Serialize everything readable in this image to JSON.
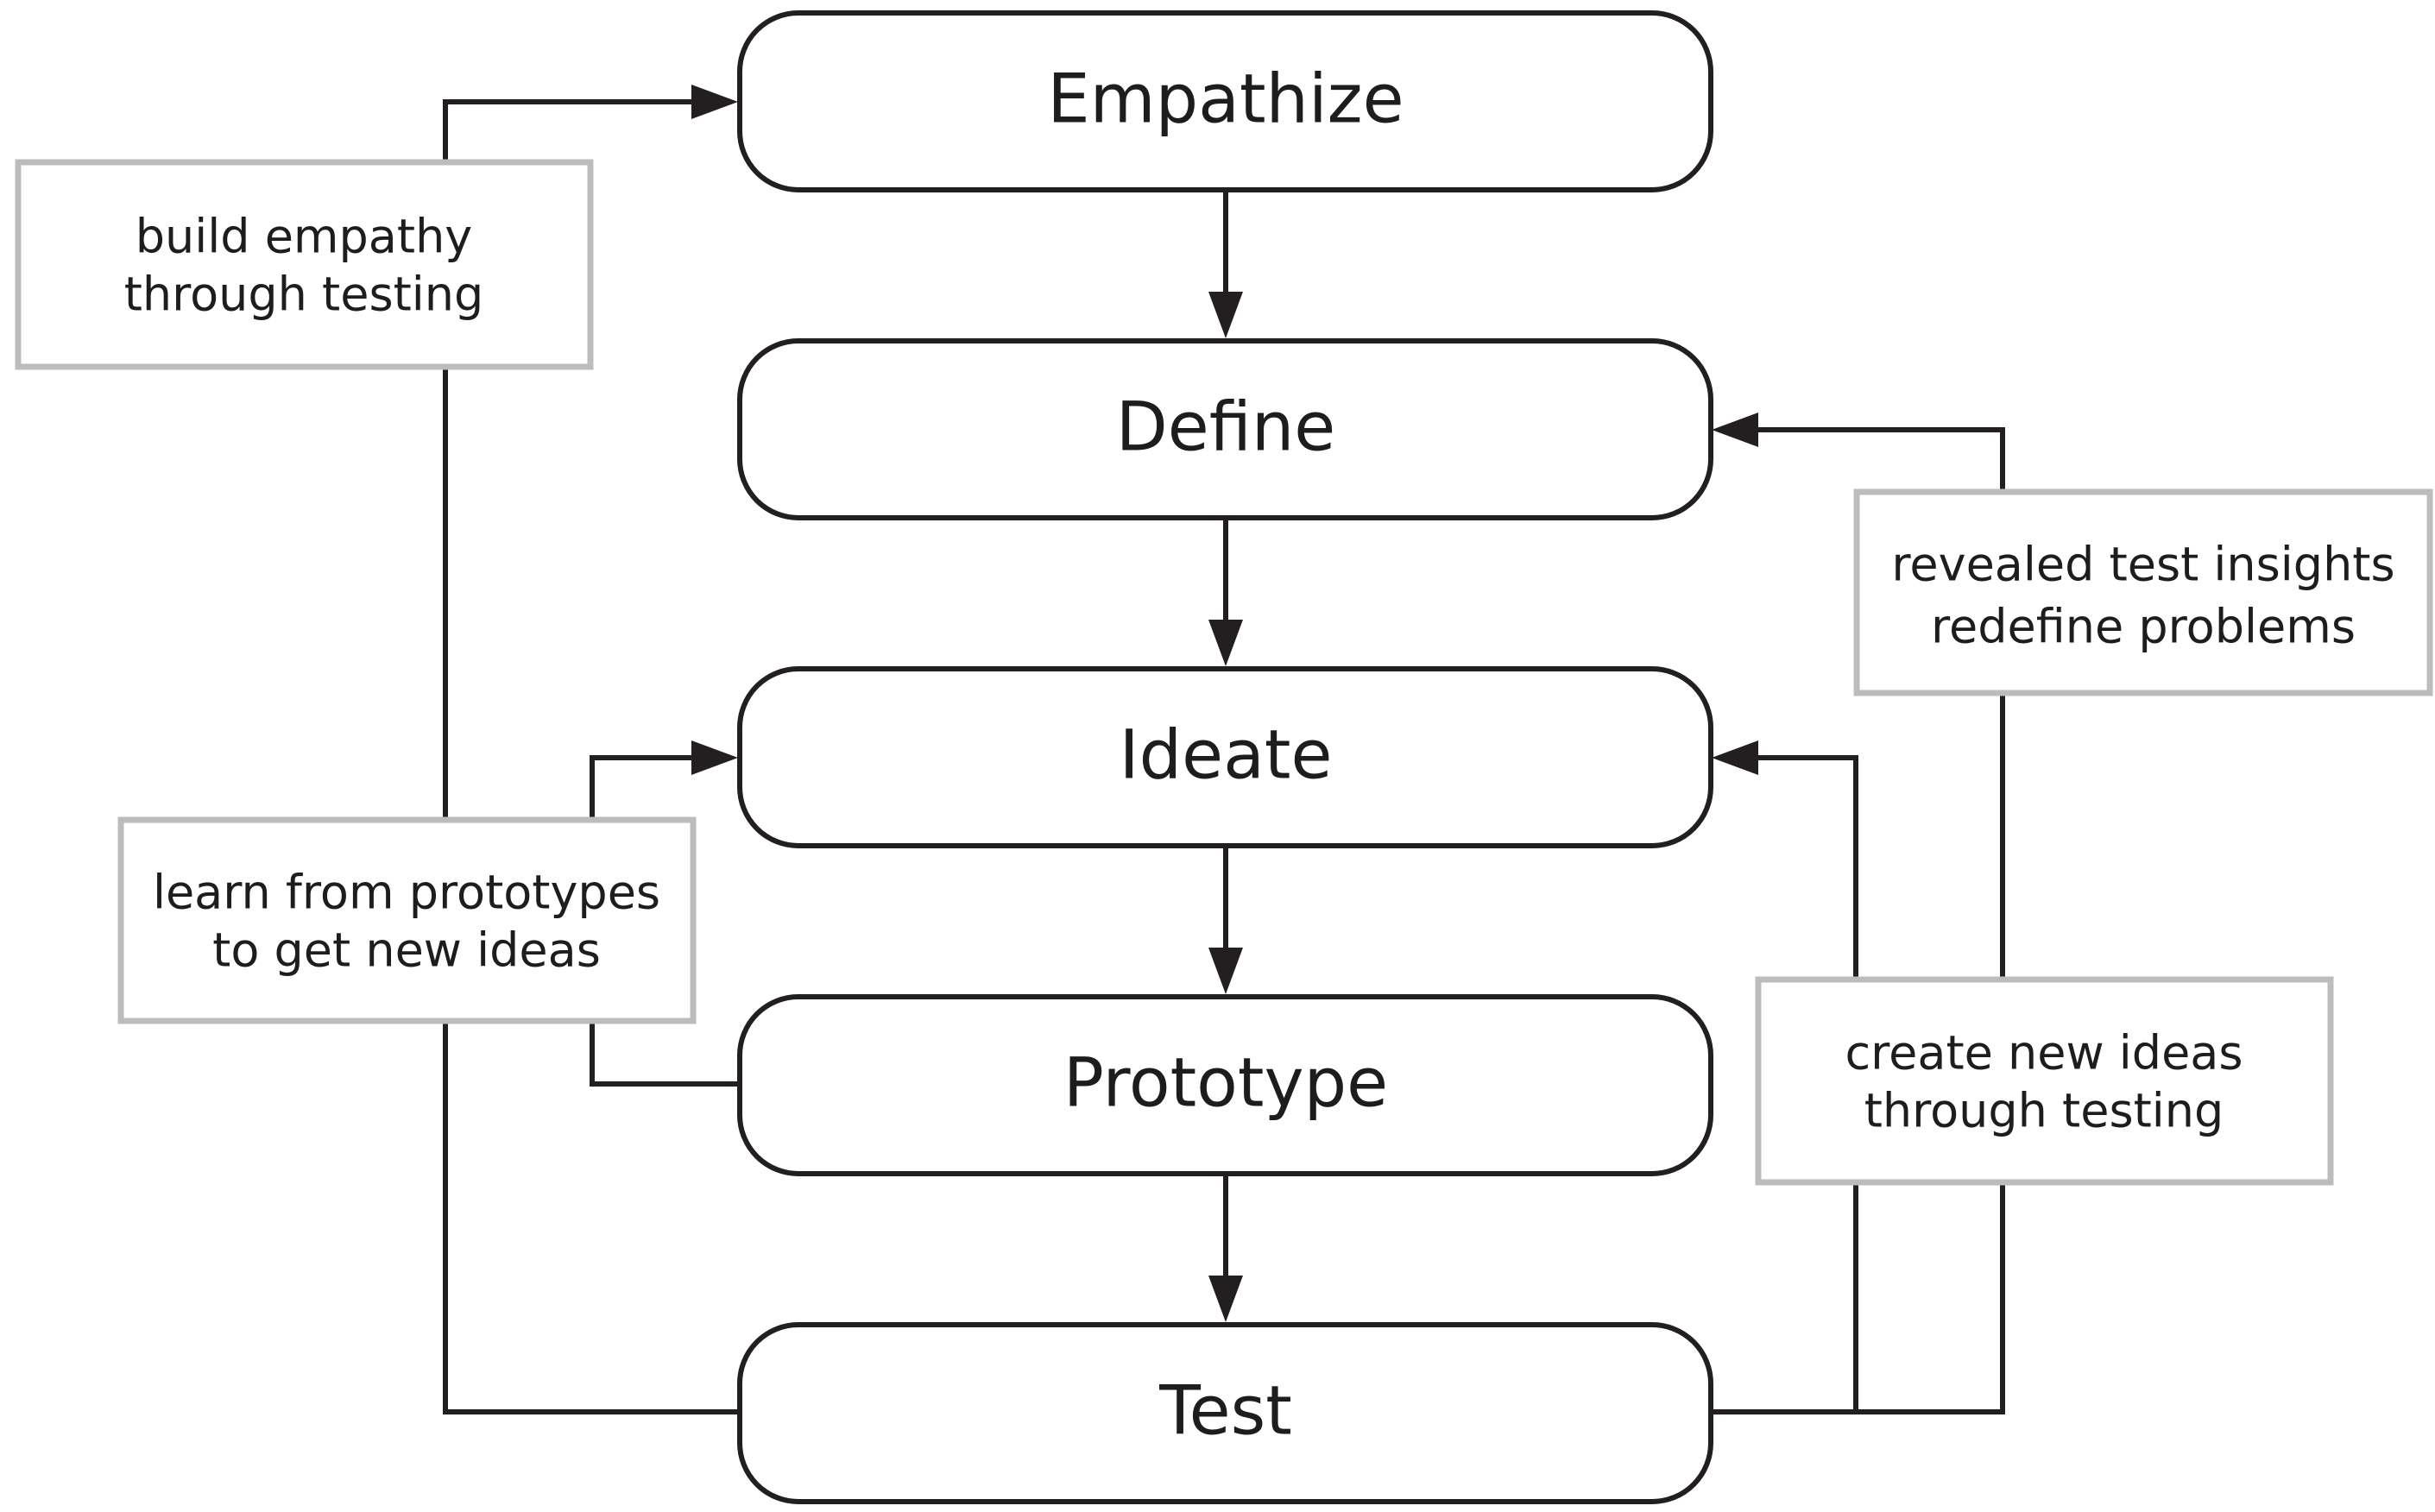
{
  "stages": [
    {
      "id": "empathize",
      "label": "Empathize"
    },
    {
      "id": "define",
      "label": "Define"
    },
    {
      "id": "ideate",
      "label": "Ideate"
    },
    {
      "id": "prototype",
      "label": "Prototype"
    },
    {
      "id": "test",
      "label": "Test"
    }
  ],
  "notes": {
    "build_empathy": [
      "build empathy",
      "through testing"
    ],
    "learn_from_prototypes": [
      "learn from prototypes",
      "to get new ideas"
    ],
    "revealed_insights": [
      "revealed test insights",
      "redefine problems"
    ],
    "create_new_ideas": [
      "create new ideas",
      "through testing"
    ]
  },
  "colors": {
    "stroke": "#231f20",
    "note_border": "#bcbcbc",
    "text": "#1f1c1d"
  }
}
